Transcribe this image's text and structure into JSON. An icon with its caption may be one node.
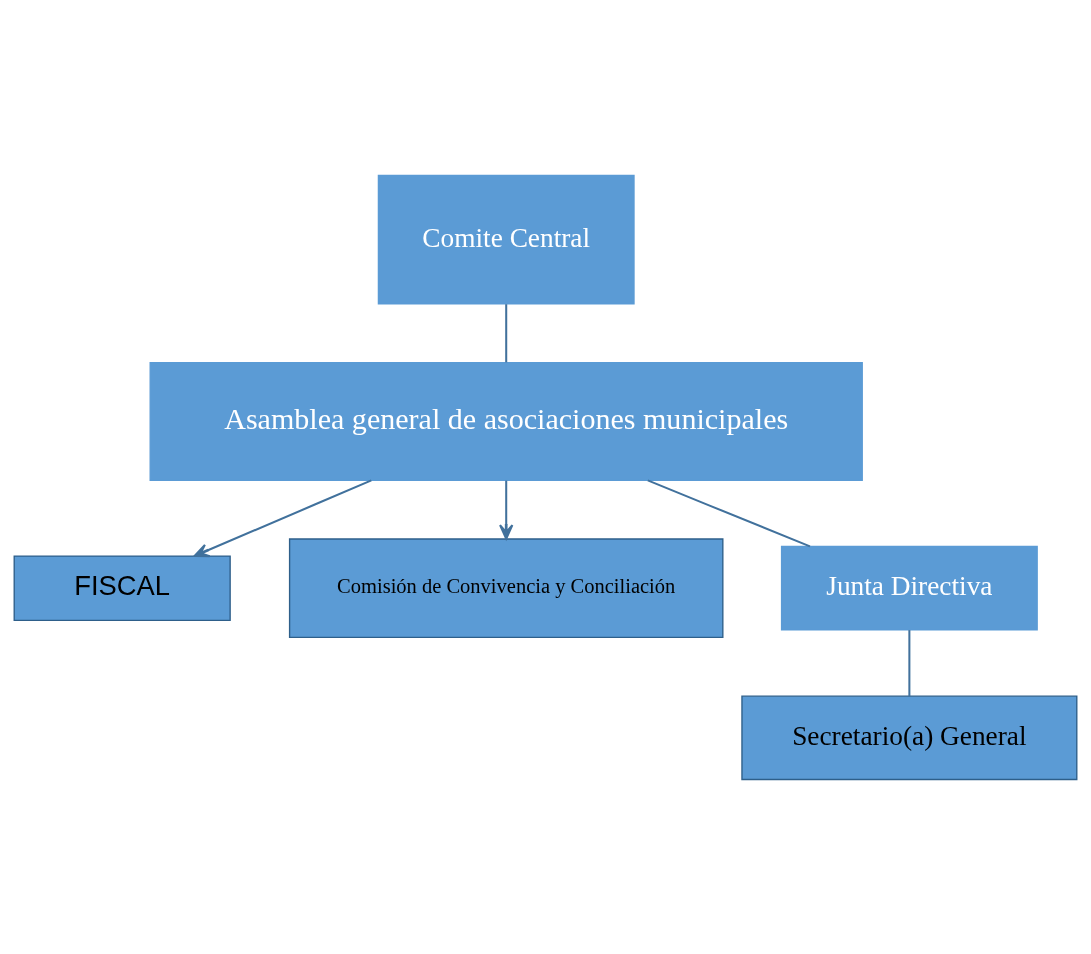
{
  "diagram": {
    "nodes": [
      {
        "text": [
          "Asamblea general de asociaciones municipales"
        ]
      },
      {
        "text": [
          "FISCAL"
        ]
      },
      {
        "text": [
          "Comite Central"
        ]
      },
      {
        "text": [
          "Comisión de Convivencia y Conciliación"
        ]
      },
      {
        "text": [
          "Junta Directiva"
        ]
      },
      {
        "text": [
          "Secretario(a) General"
        ]
      }
    ],
    "edges": [
      {
        "from": 0,
        "to": 4,
        "arrow": "none"
      },
      {
        "from": 0,
        "to": 1,
        "arrow": "to"
      },
      {
        "from": 0,
        "to": 3,
        "arrow": "to"
      },
      {
        "from": 2,
        "to": 0,
        "arrow": "none"
      },
      {
        "from": 4,
        "to": 5,
        "arrow": "none"
      }
    ]
  }
}
